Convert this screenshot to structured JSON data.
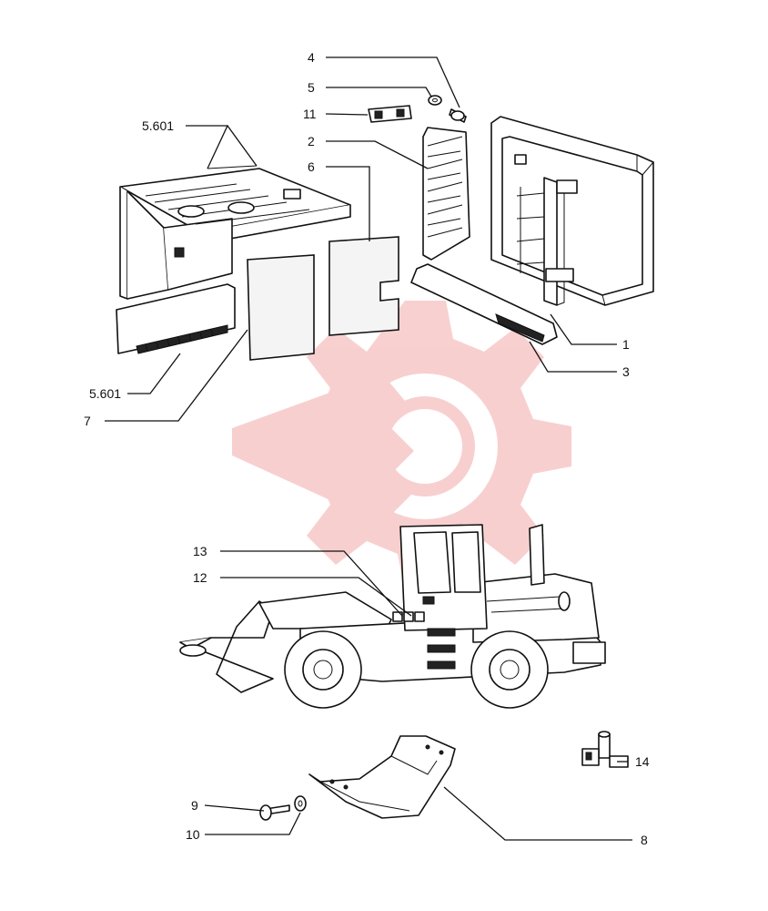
{
  "watermark_color": "#f4a9a9",
  "callouts": [
    {
      "id": "c4",
      "text": "4"
    },
    {
      "id": "c5",
      "text": "5"
    },
    {
      "id": "c11",
      "text": "11"
    },
    {
      "id": "c2",
      "text": "2"
    },
    {
      "id": "c6",
      "text": "6"
    },
    {
      "id": "c5601a",
      "text": "5.601"
    },
    {
      "id": "c5601b",
      "text": "5.601"
    },
    {
      "id": "c7",
      "text": "7"
    },
    {
      "id": "c1",
      "text": "1"
    },
    {
      "id": "c3",
      "text": "3"
    },
    {
      "id": "c13",
      "text": "13"
    },
    {
      "id": "c12",
      "text": "12"
    },
    {
      "id": "c14",
      "text": "14"
    },
    {
      "id": "c9",
      "text": "9"
    },
    {
      "id": "c10",
      "text": "10"
    },
    {
      "id": "c8",
      "text": "8"
    }
  ]
}
